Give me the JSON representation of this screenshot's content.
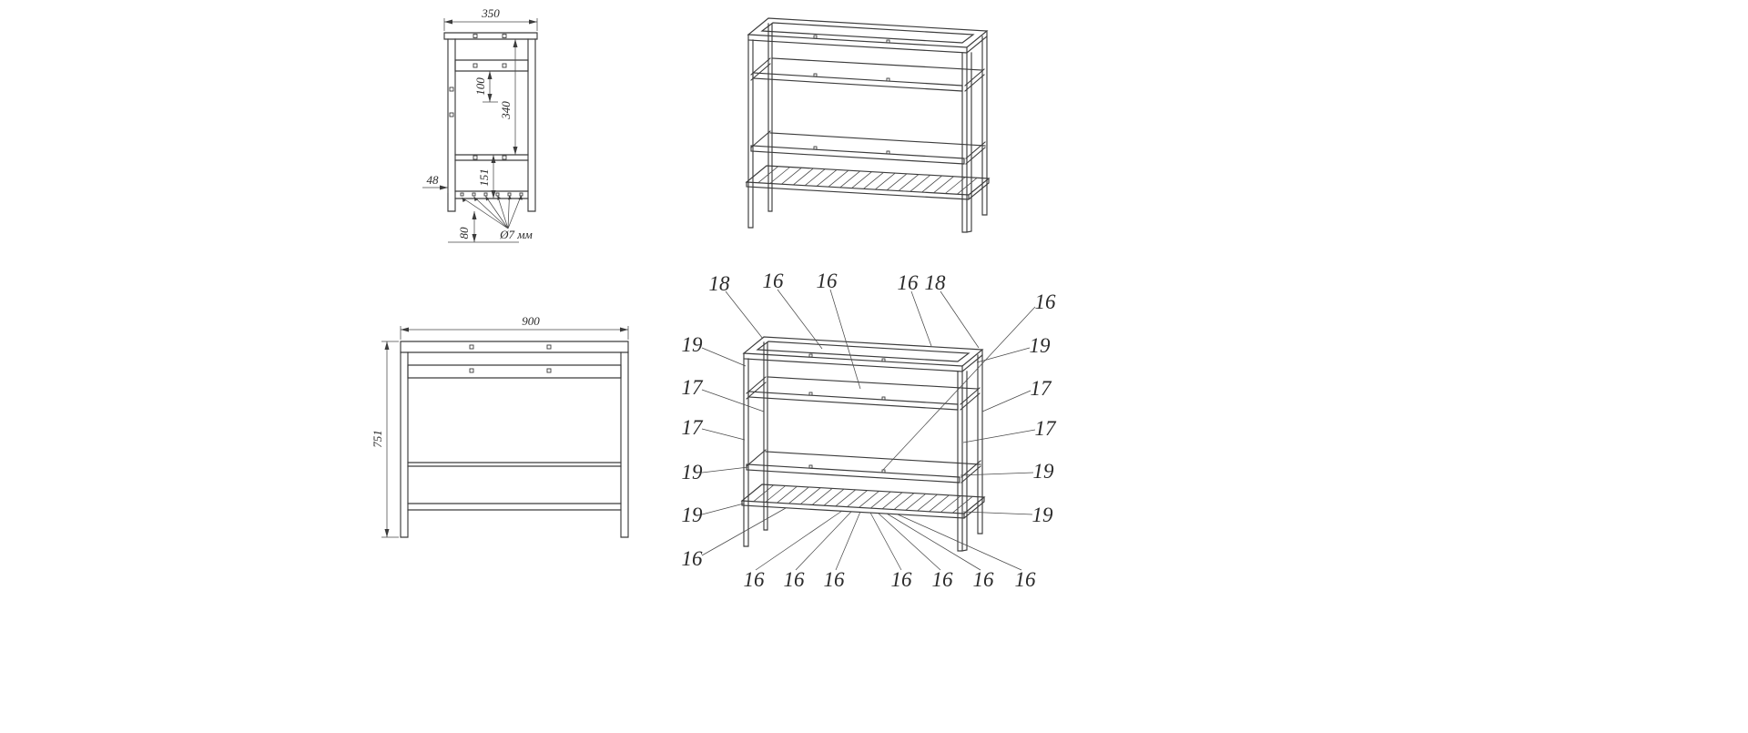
{
  "canvas": {
    "background": "#ffffff",
    "line_color": "#3c3c3c",
    "text_color": "#2b2b2b"
  },
  "side_view": {
    "dim_width": "350",
    "dim_hole_spacing": "100",
    "dim_upper": "340",
    "dim_lower": "151",
    "dim_edge": "48",
    "dim_foot": "80",
    "hole_label": "Ø7 мм"
  },
  "front_view": {
    "dim_width": "900",
    "dim_height": "751"
  },
  "callout_view": {
    "labels": [
      "18",
      "16",
      "16",
      "16",
      "18",
      "16",
      "19",
      "17",
      "17",
      "19",
      "19",
      "19",
      "17",
      "17",
      "19",
      "19",
      "16",
      "16",
      "16",
      "16",
      "16",
      "16",
      "16",
      "16"
    ]
  }
}
